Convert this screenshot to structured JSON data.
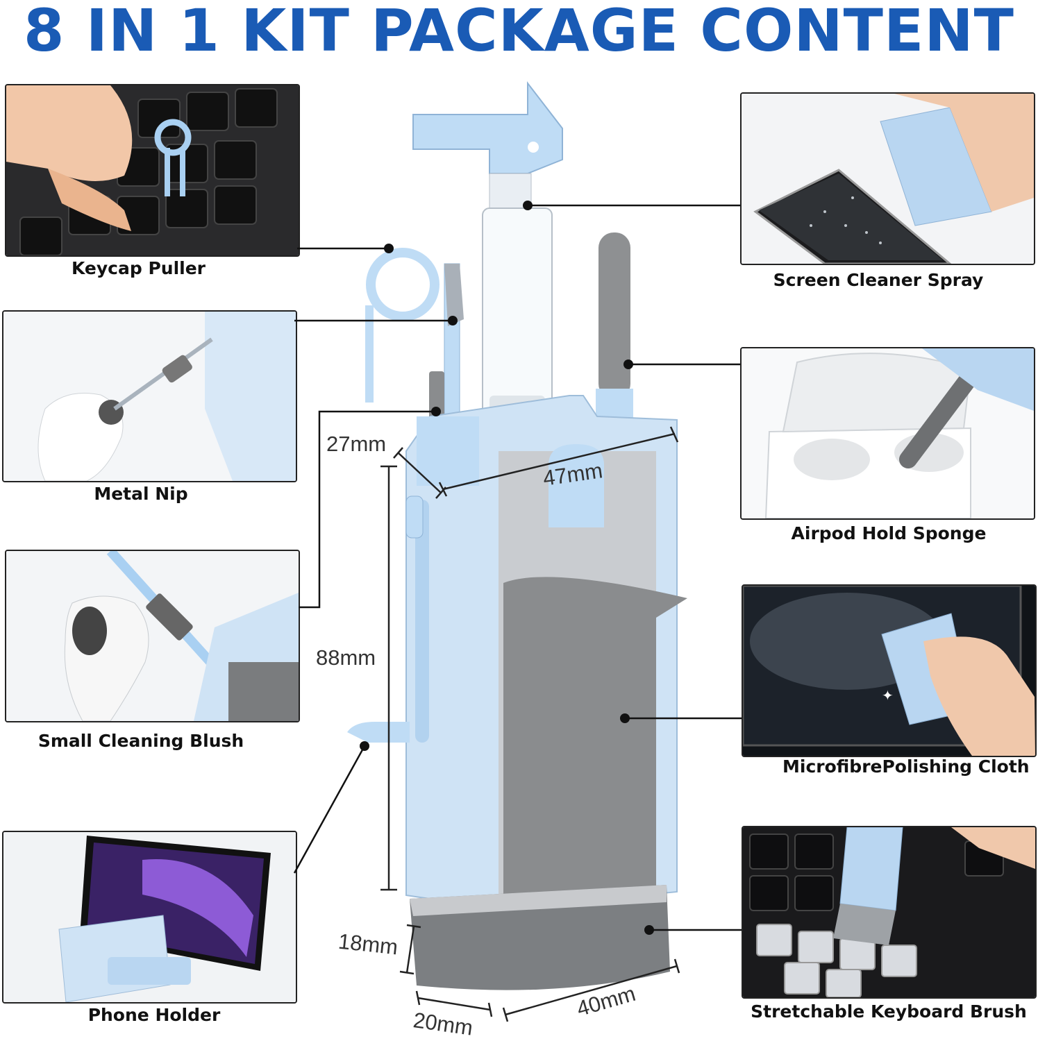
{
  "title": "8 IN 1 KIT PACKAGE CONTENT",
  "items": [
    {
      "label": "Keycap Puller",
      "icon": "keycap-puller-photo"
    },
    {
      "label": "Metal Nip",
      "icon": "metal-nip-photo"
    },
    {
      "label": "Small Cleaning Blush",
      "icon": "cleaning-brush-photo"
    },
    {
      "label": "Phone Holder",
      "icon": "phone-holder-photo"
    },
    {
      "label": "Screen Cleaner Spray",
      "icon": "screen-spray-photo"
    },
    {
      "label": "Airpod Hold Sponge",
      "icon": "airpod-sponge-photo"
    },
    {
      "label": "MicrofibrePolishing Cloth",
      "icon": "polishing-cloth-photo"
    },
    {
      "label": "Stretchable Keyboard Brush",
      "icon": "keyboard-brush-photo"
    }
  ],
  "dimensions": {
    "depth": "27mm",
    "width": "47mm",
    "height": "88mm",
    "brush_height": "18mm",
    "brush_depth": "20mm",
    "brush_width": "40mm"
  },
  "colors": {
    "title": "#1a5bb5",
    "product_blue": "#cfe3f5",
    "sponge_gray": "#8a8c8e"
  }
}
